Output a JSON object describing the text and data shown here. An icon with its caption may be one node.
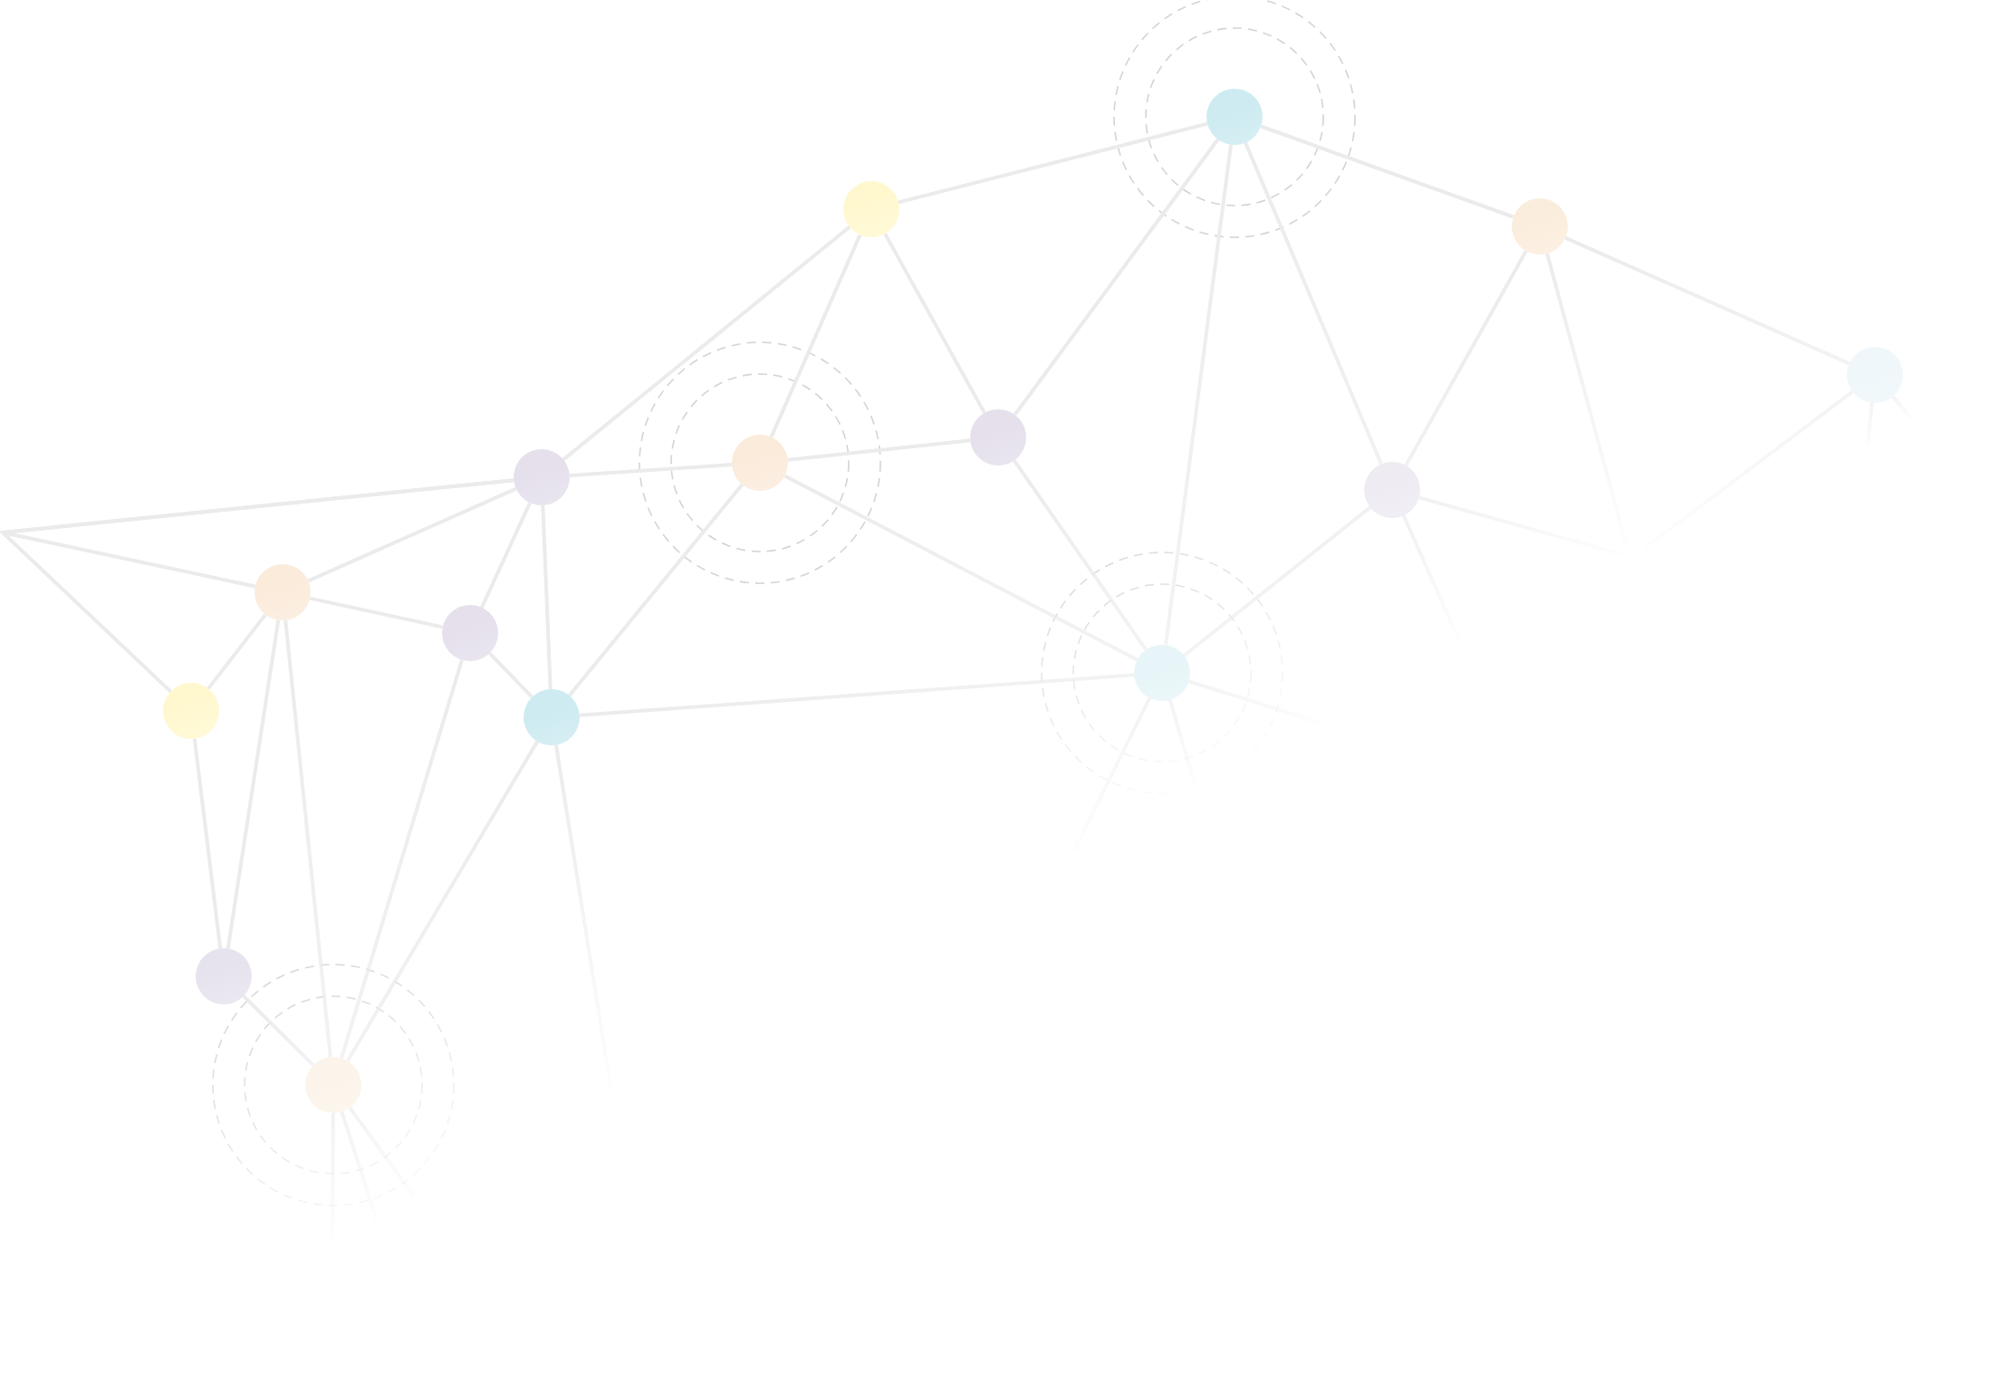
{
  "diagram": {
    "nodes": [
      {
        "text": [],
        "shape": "circle"
      },
      {
        "text": [],
        "shape": "circle"
      },
      {
        "text": [],
        "shape": "circle"
      },
      {
        "text": [],
        "shape": "circle"
      },
      {
        "text": [],
        "shape": "circle"
      },
      {
        "text": [],
        "shape": "circle"
      },
      {
        "text": [],
        "shape": "circle"
      },
      {
        "text": [],
        "shape": "circle"
      },
      {
        "text": [],
        "shape": "circle"
      },
      {
        "text": [],
        "shape": "circle"
      },
      {
        "text": [],
        "shape": "circle"
      },
      {
        "text": [],
        "shape": "circle"
      },
      {
        "text": [],
        "shape": "circle"
      },
      {
        "text": [],
        "shape": "circle"
      },
      {
        "text": [],
        "shape": "circle"
      }
    ],
    "edges": [
      {
        "from": 1,
        "to": 0,
        "arrow": "none"
      },
      {
        "from": 0,
        "to": 2,
        "arrow": "none"
      },
      {
        "from": 2,
        "to": 3,
        "arrow": "none"
      },
      {
        "from": 0,
        "to": 4,
        "arrow": "none"
      },
      {
        "from": 0,
        "to": 10,
        "arrow": "none"
      },
      {
        "from": 0,
        "to": 7,
        "arrow": "none"
      },
      {
        "from": 2,
        "to": 7,
        "arrow": "none"
      },
      {
        "from": 1,
        "to": 6,
        "arrow": "none"
      },
      {
        "from": 1,
        "to": 5,
        "arrow": "none"
      },
      {
        "from": 1,
        "to": 4,
        "arrow": "none"
      },
      {
        "from": 6,
        "to": 5,
        "arrow": "none"
      },
      {
        "from": 5,
        "to": 4,
        "arrow": "none"
      },
      {
        "from": 5,
        "to": 10,
        "arrow": "none"
      },
      {
        "from": 4,
        "to": 10,
        "arrow": "none"
      },
      {
        "from": 5,
        "to": 12,
        "arrow": "none"
      },
      {
        "from": 6,
        "to": 8,
        "arrow": "none"
      },
      {
        "from": 6,
        "to": 11,
        "arrow": "none"
      },
      {
        "from": 6,
        "to": 8,
        "arrow": "none"
      },
      {
        "from": 6,
        "to": 9,
        "arrow": "none"
      },
      {
        "from": 6,
        "to": 12,
        "arrow": "none"
      },
      {
        "from": 8,
        "to": 9,
        "arrow": "none"
      },
      {
        "from": 8,
        "to": 11,
        "arrow": "none"
      },
      {
        "from": 8,
        "to": 13,
        "arrow": "none"
      },
      {
        "from": 8,
        "to": 14,
        "arrow": "none"
      },
      {
        "from": 9,
        "to": 12,
        "arrow": "none"
      },
      {
        "from": 9,
        "to": 14,
        "arrow": "none"
      },
      {
        "from": 12,
        "to": 14,
        "arrow": "none"
      },
      {
        "from": 12,
        "to": 10,
        "arrow": "none"
      },
      {
        "from": 11,
        "to": 13,
        "arrow": "none"
      },
      {
        "from": 13,
        "to": 14,
        "arrow": "none"
      },
      {
        "from": 7,
        "to": 10,
        "arrow": "none"
      },
      {
        "from": 2,
        "to": null,
        "arrow": "none"
      },
      {
        "from": 7,
        "to": null,
        "arrow": "none"
      },
      {
        "from": 3,
        "to": null,
        "arrow": "none"
      },
      {
        "from": 7,
        "to": null,
        "arrow": "none"
      },
      {
        "from": 3,
        "to": null,
        "arrow": "none"
      },
      {
        "from": 3,
        "to": null,
        "arrow": "none"
      },
      {
        "from": 10,
        "to": null,
        "arrow": "none"
      },
      {
        "from": 10,
        "to": null,
        "arrow": "none"
      },
      {
        "from": 10,
        "to": null,
        "arrow": "none"
      },
      {
        "from": 12,
        "to": null,
        "arrow": "none"
      },
      {
        "from": 14,
        "to": null,
        "arrow": "none"
      },
      {
        "from": 14,
        "to": null,
        "arrow": "none"
      },
      {
        "from": 14,
        "to": null,
        "arrow": "none"
      }
    ]
  }
}
